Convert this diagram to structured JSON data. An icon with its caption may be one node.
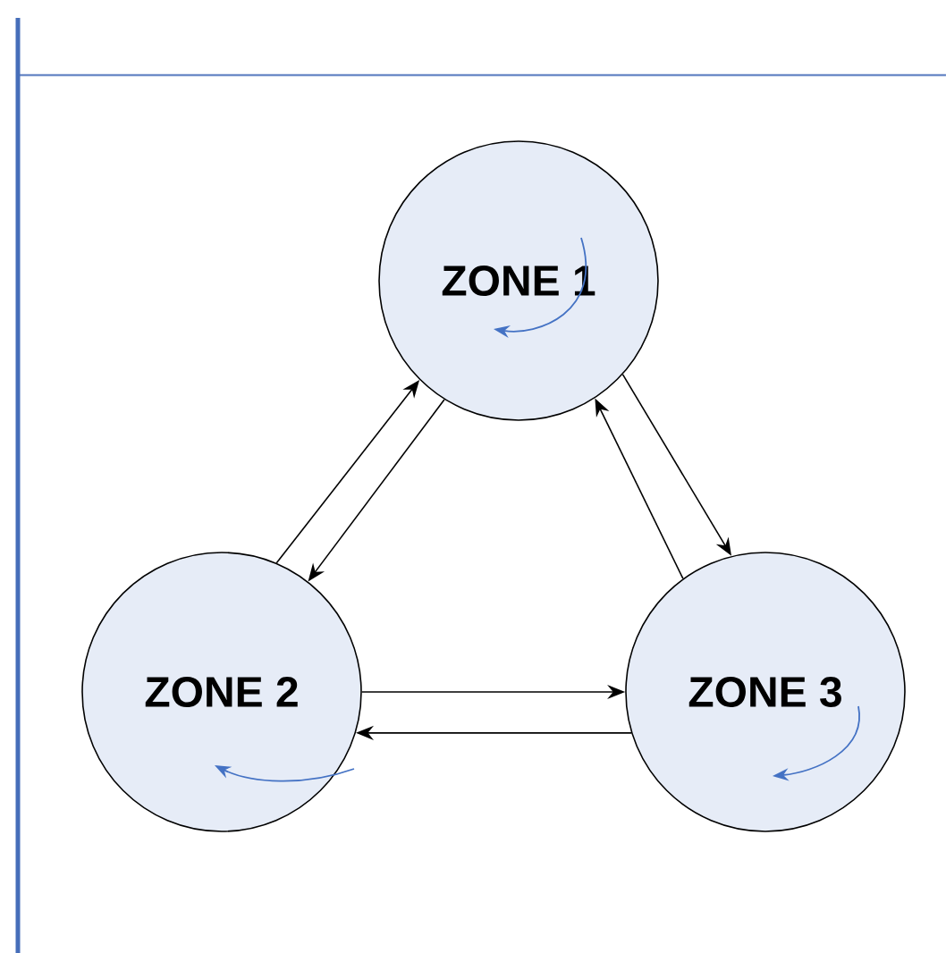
{
  "diagram": {
    "nodes": [
      {
        "text": [
          "ZONE 1"
        ]
      },
      {
        "text": [
          "ZONE 2"
        ]
      },
      {
        "text": [
          "ZONE 3"
        ]
      }
    ],
    "edges": [
      {
        "from": 0,
        "to": 1,
        "arrow": "to"
      },
      {
        "from": 1,
        "to": 0,
        "arrow": "to"
      },
      {
        "from": 0,
        "to": 2,
        "arrow": "to"
      },
      {
        "from": 2,
        "to": 0,
        "arrow": "to"
      },
      {
        "from": 1,
        "to": 2,
        "arrow": "to"
      },
      {
        "from": 2,
        "to": 1,
        "arrow": "to"
      }
    ]
  }
}
